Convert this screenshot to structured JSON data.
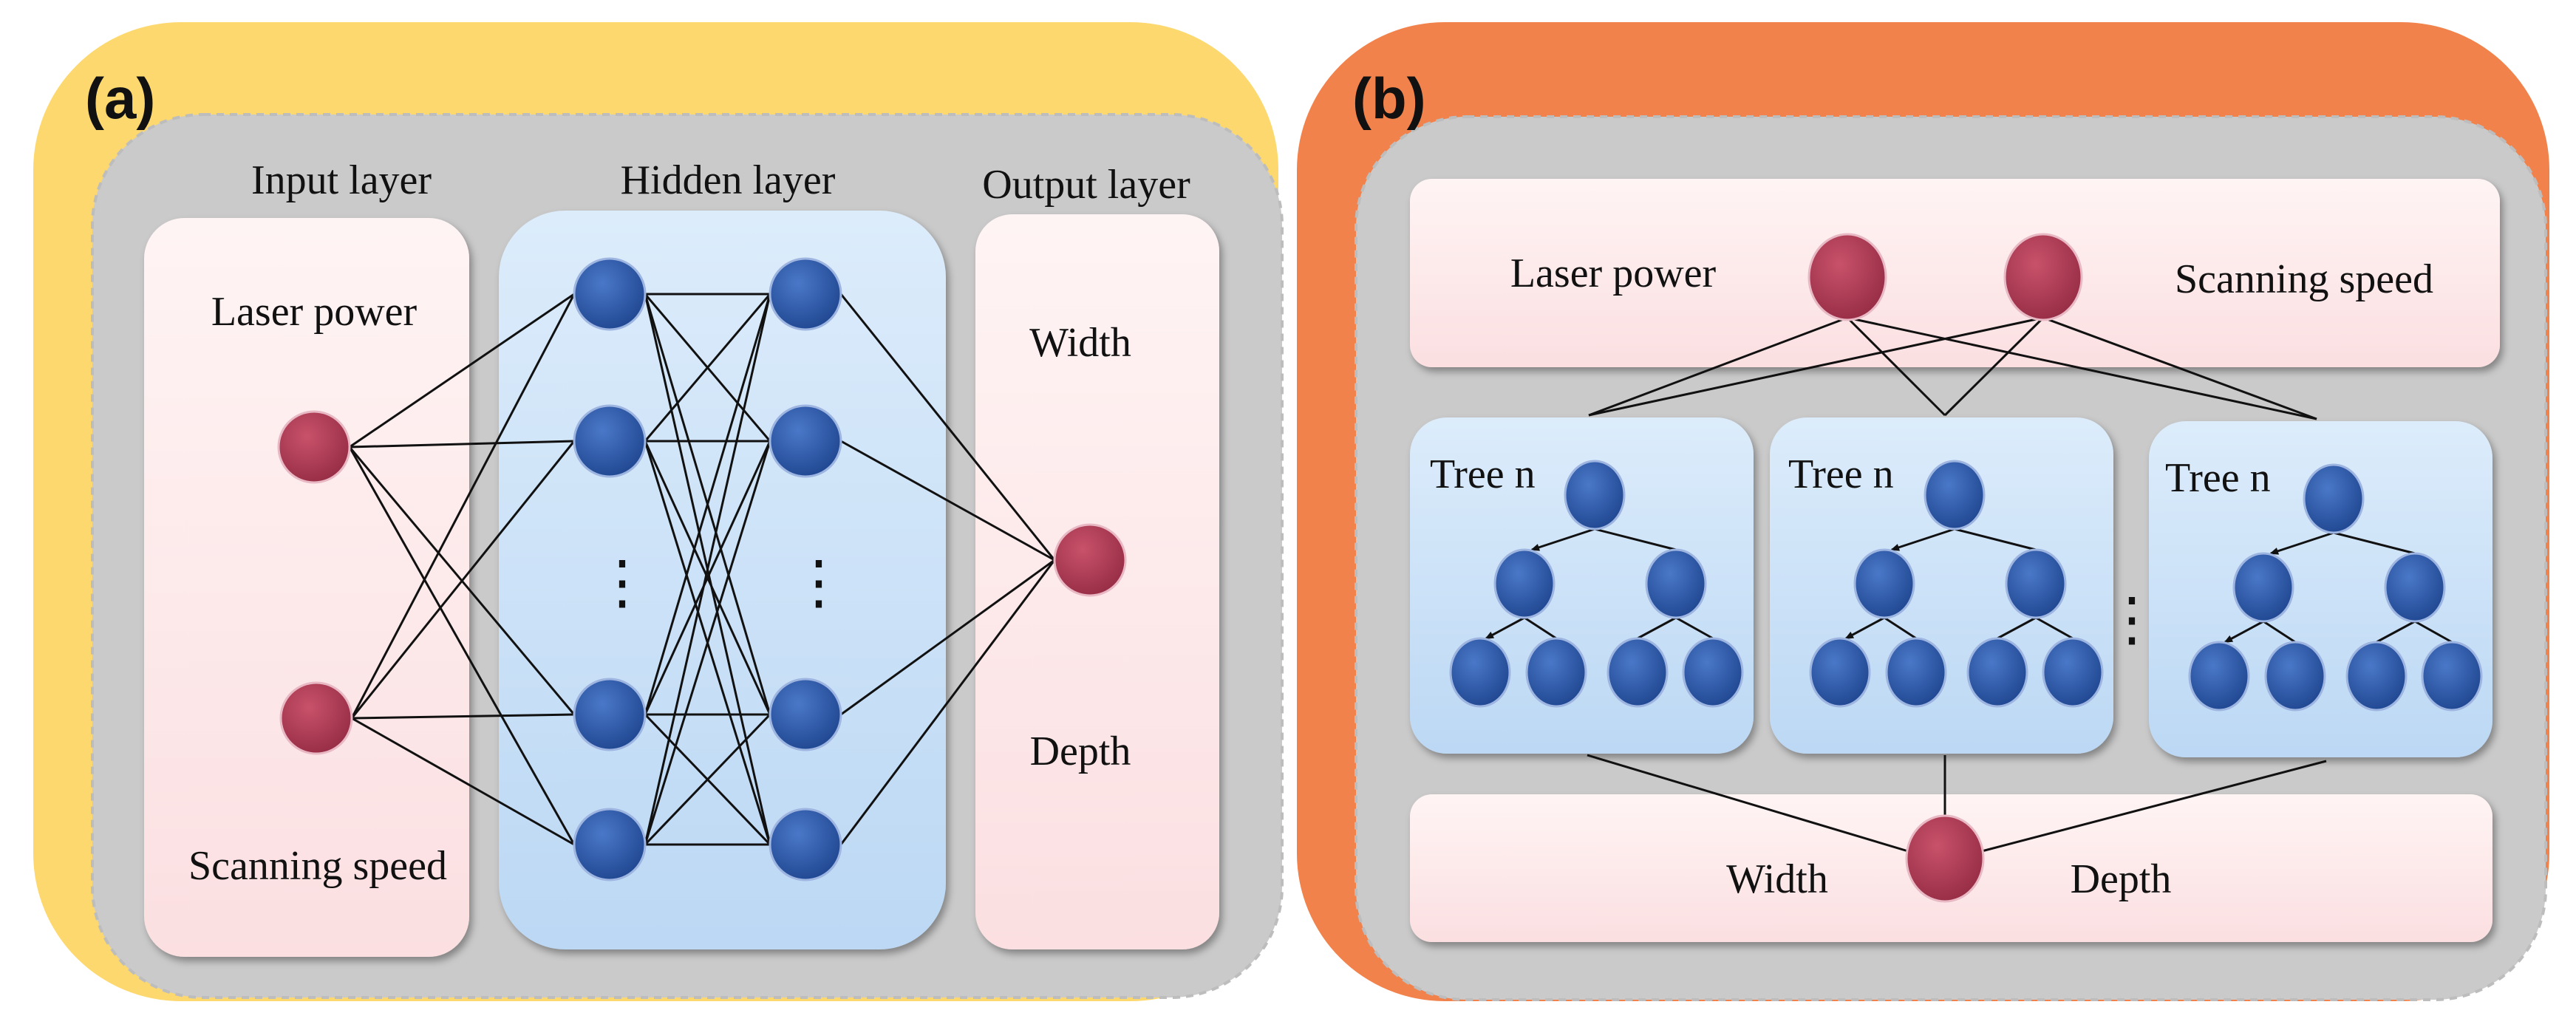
{
  "colors": {
    "panel_a_bg": "#fcd86e",
    "panel_b_bg": "#f2824c",
    "inner_gray": "#cacaca",
    "pink_box": "#fde6e7",
    "blue_box": "#c8e1f8",
    "blue_node": "#2e57a3",
    "red_node": "#b03a52",
    "edge": "#111111"
  },
  "panel_a": {
    "label": "(a)",
    "input_layer": {
      "title": "Input layer",
      "inputs": [
        "Laser power",
        "Scanning speed"
      ]
    },
    "hidden_layer": {
      "title": "Hidden layer",
      "ellipsis": "⋮"
    },
    "output_layer": {
      "title": "Output layer",
      "outputs": [
        "Width",
        "Depth"
      ]
    }
  },
  "panel_b": {
    "label": "(b)",
    "inputs": [
      "Laser power",
      "Scanning speed"
    ],
    "trees": [
      "Tree n",
      "Tree n",
      "Tree n"
    ],
    "tree_ellipsis": "⋮",
    "outputs": [
      "Width",
      "Depth"
    ]
  }
}
